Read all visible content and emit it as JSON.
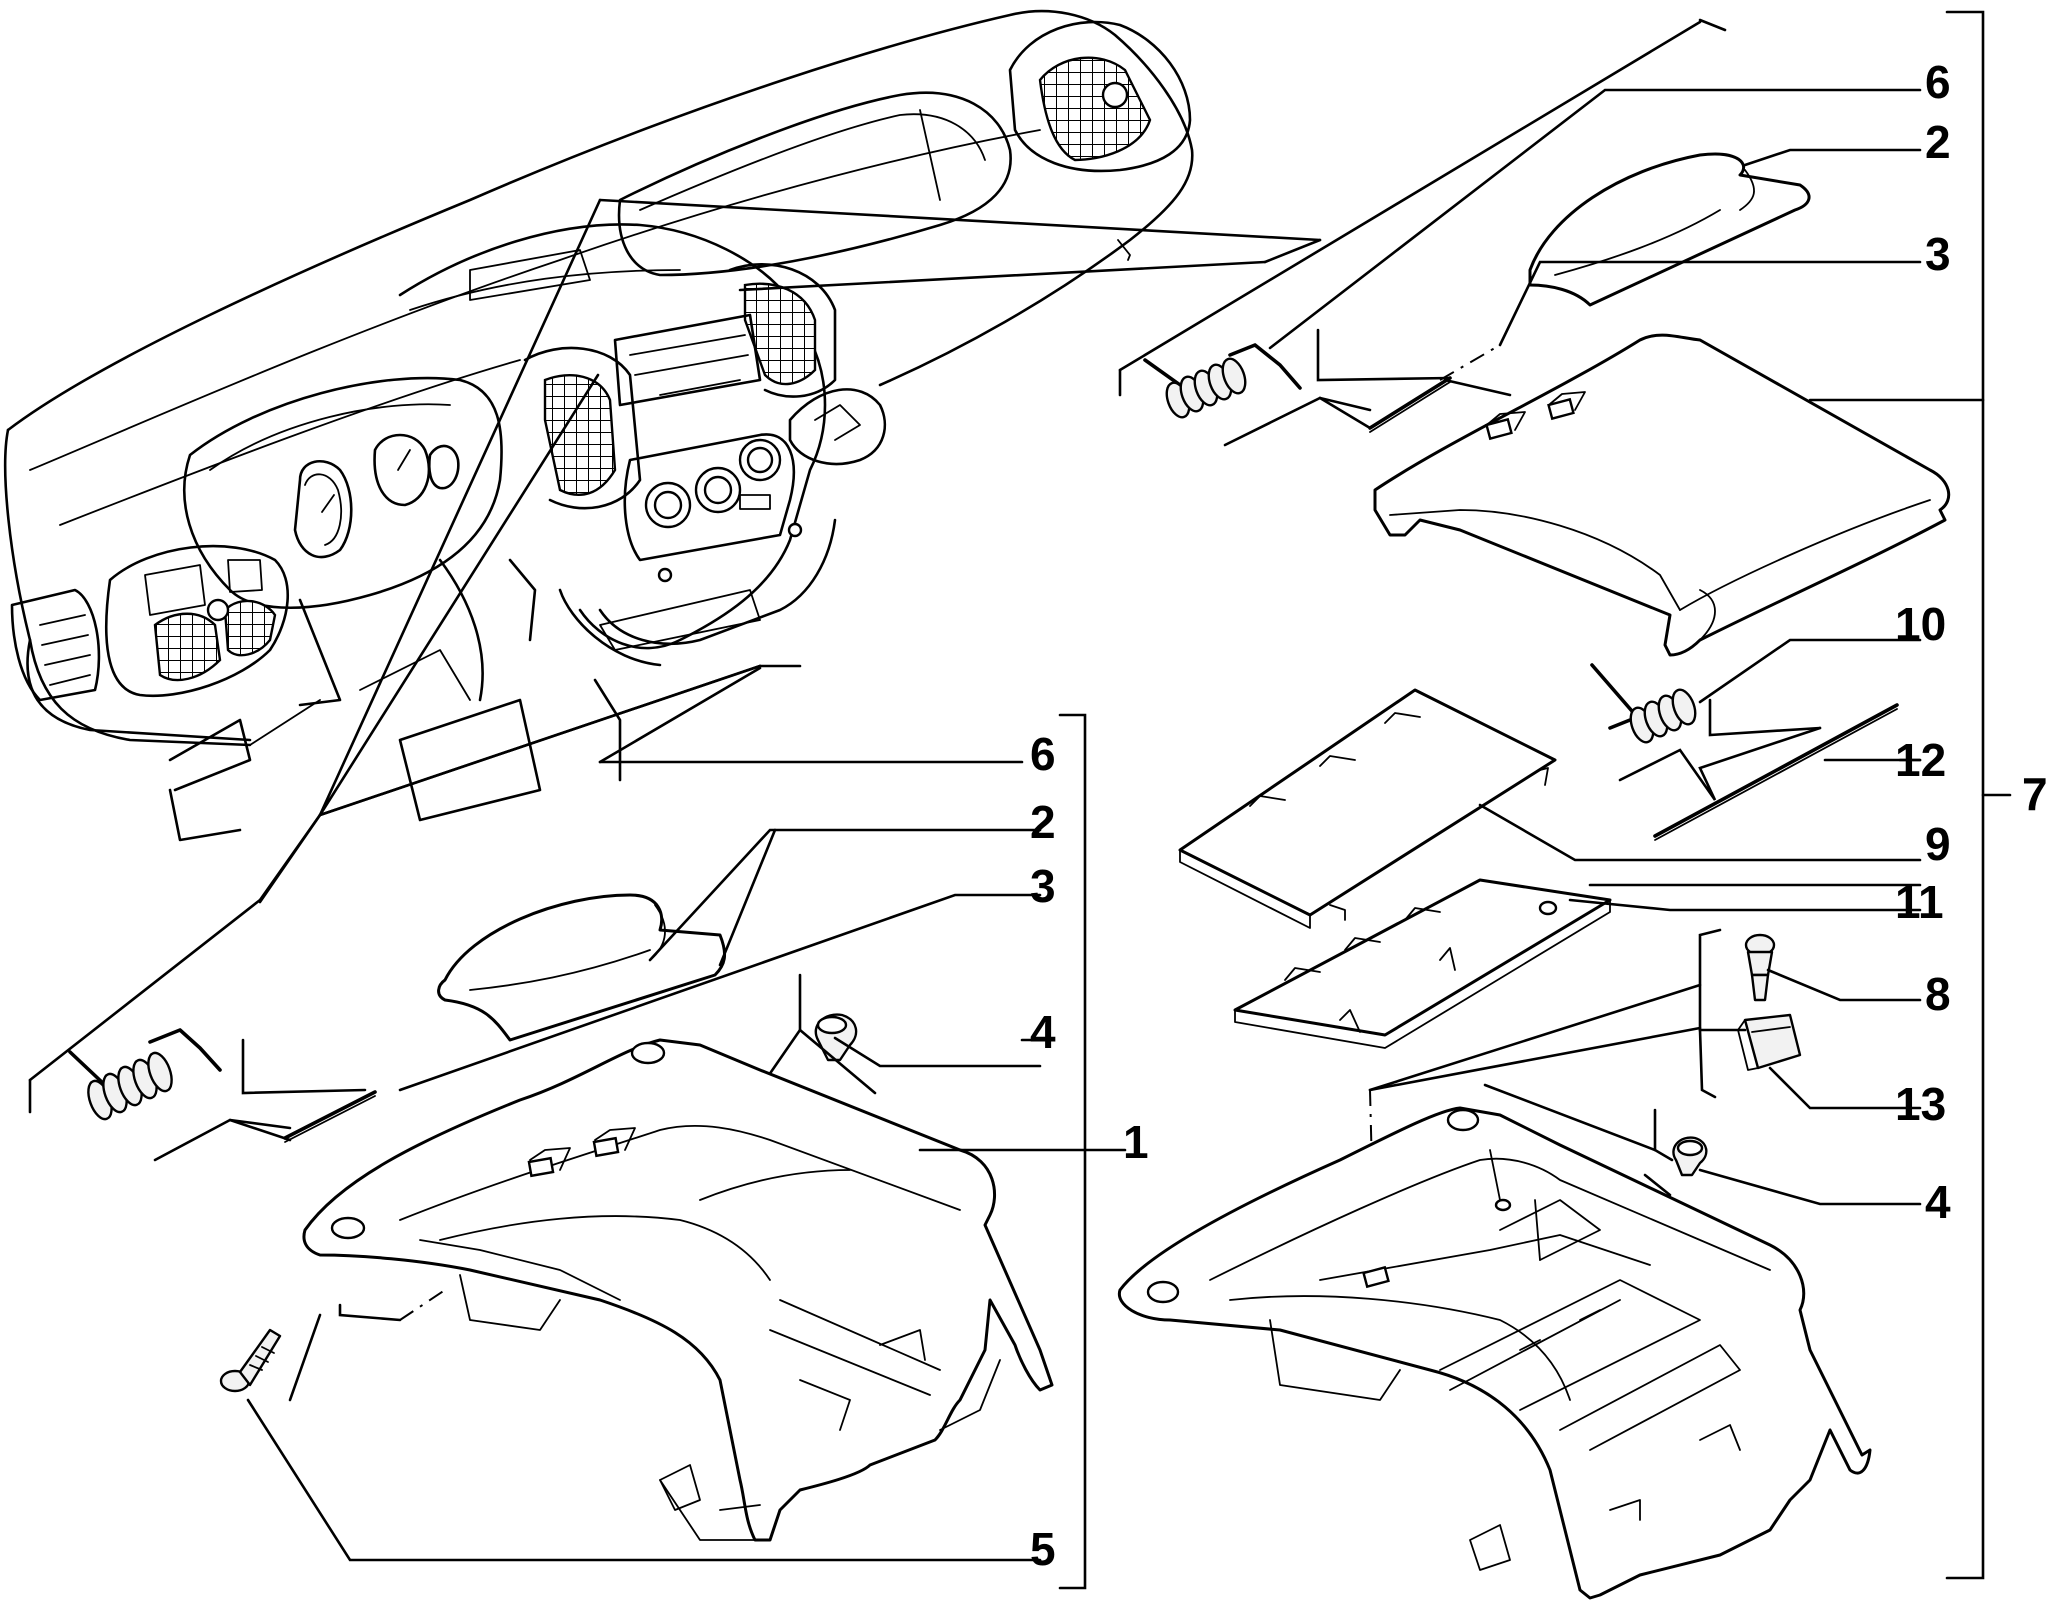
{
  "callouts": {
    "upper_6": "6",
    "upper_2": "2",
    "upper_3": "3",
    "upper_10": "10",
    "upper_12": "12",
    "upper_9": "9",
    "upper_11": "11",
    "upper_8": "8",
    "upper_13": "13",
    "upper_4": "4",
    "group_7": "7",
    "lower_6": "6",
    "lower_2": "2",
    "lower_3": "3",
    "lower_4": "4",
    "lower_1": "1",
    "lower_5": "5"
  }
}
